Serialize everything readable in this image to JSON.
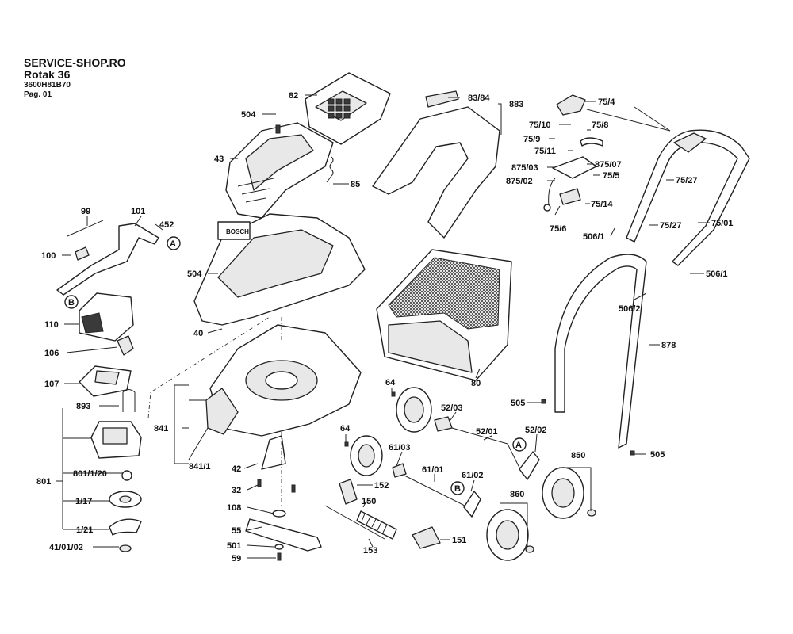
{
  "header": {
    "site": "SERVICE-SHOP.RO",
    "model": "Rotak 36",
    "code": "3600H81B70",
    "page": "Pag. 01"
  },
  "labels": {
    "l82": "82",
    "l504a": "504",
    "l43": "43",
    "l85": "85",
    "l8384": "83/84",
    "l883": "883",
    "l754": "75/4",
    "l7510": "75/10",
    "l758": "75/8",
    "l759": "75/9",
    "l7511": "75/11",
    "l87507": "875/07",
    "l87503": "875/03",
    "l755": "75/5",
    "l87502": "875/02",
    "l7527a": "75/27",
    "l7514": "75/14",
    "l756": "75/6",
    "l5061a": "506/1",
    "l7527b": "75/27",
    "l7501": "75/01",
    "l5061b": "506/1",
    "l5062": "506/2",
    "l878": "878",
    "l99": "99",
    "l101": "101",
    "l452": "452",
    "l100": "100",
    "l504b": "504",
    "l110": "110",
    "l40": "40",
    "l106": "106",
    "l107": "107",
    "l893": "893",
    "l841": "841",
    "l8411": "841/1",
    "l801": "801",
    "l801120": "801/1/20",
    "l117": "1/17",
    "l121": "1/21",
    "l410102": "41/01/02",
    "l42": "42",
    "l32": "32",
    "l108": "108",
    "l55": "55",
    "l501": "501",
    "l59": "59",
    "l80": "80",
    "l64a": "64",
    "l5203": "52/03",
    "l5201": "52/01",
    "l5202": "52/02",
    "l505a": "505",
    "l505b": "505",
    "l64b": "64",
    "l6103": "61/03",
    "l6101": "61/01",
    "l6102": "61/02",
    "l850": "850",
    "l860": "860",
    "l152": "152",
    "l150": "150",
    "l153": "153",
    "l151": "151"
  },
  "markers": {
    "A1": "A",
    "B1": "B",
    "A2": "A",
    "B2": "B"
  },
  "logo_text": "BOSCH"
}
